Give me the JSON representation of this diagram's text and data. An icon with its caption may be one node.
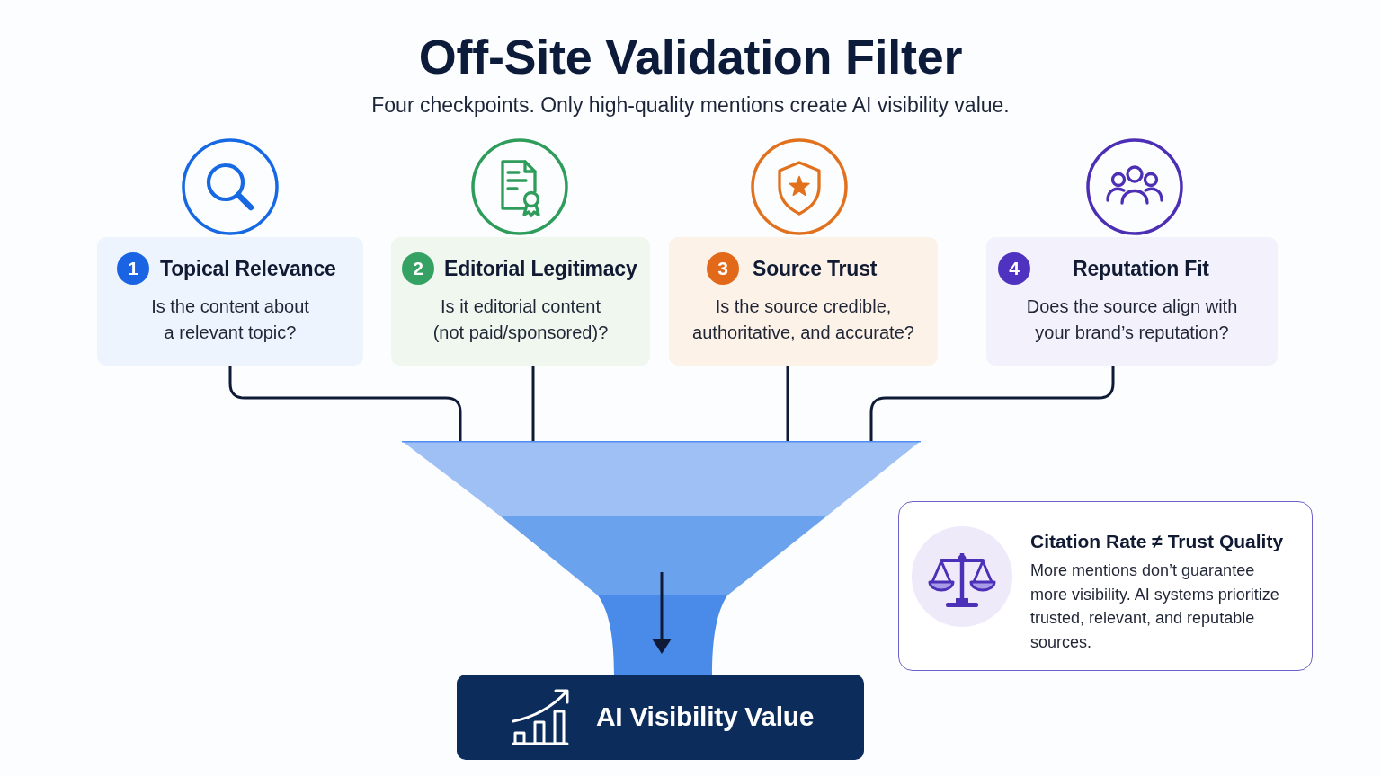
{
  "diagram": {
    "title": "Off-Site Validation Filter",
    "nodes": [
      {
        "text": [
          "Topical Relevance",
          "Is the content about a relevant topic?"
        ]
      },
      {
        "text": [
          "1"
        ],
        "in": 0
      },
      {
        "text": [
          "Editorial Legitimacy",
          "Is it editorial content (not paid/sponsored)?"
        ]
      },
      {
        "text": [
          "2"
        ],
        "in": 2
      },
      {
        "text": [
          "Source Trust",
          "Is the source credible, authoritative, and accurate?"
        ]
      },
      {
        "text": [
          "3"
        ],
        "in": 4
      },
      {
        "text": [
          "Reputation Fit",
          "Does the source align with your brand’s reputation?"
        ]
      },
      {
        "text": [
          "4"
        ],
        "in": 6
      },
      {
        "text": [],
        "shape": "funnel"
      },
      {
        "text": [
          "AI Visibility Value"
        ]
      },
      {
        "text": [
          "Citation Rate ≠ Trust Quality",
          "More mentions don’t guarantee more visibility. AI systems prioritize trusted, relevant, and reputable sources."
        ]
      }
    ],
    "edges": [
      {
        "from": 0,
        "to": 8,
        "arrow": "none"
      },
      {
        "from": 2,
        "to": 8,
        "arrow": "none"
      },
      {
        "from": 4,
        "to": 8,
        "arrow": "none"
      },
      {
        "from": 6,
        "to": 8,
        "arrow": "none"
      }
    ],
    "labels": [
      "Four checkpoints. Only high-quality mentions create AI visibility value."
    ]
  }
}
